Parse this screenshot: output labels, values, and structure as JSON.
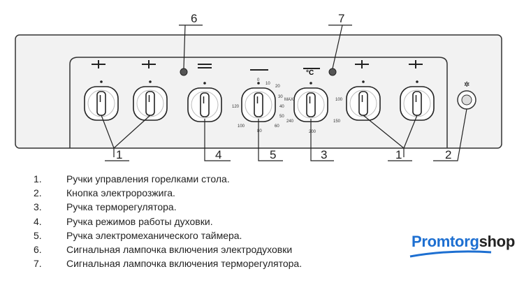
{
  "callouts": {
    "c6": "6",
    "c7": "7",
    "c1a": "1",
    "c4": "4",
    "c5": "5",
    "c3": "3",
    "c1b": "1",
    "c2": "2"
  },
  "timer_scale": [
    "0",
    "10",
    "20",
    "30",
    "40",
    "50",
    "60",
    "80",
    "100",
    "120"
  ],
  "thermo_scale": {
    "top": "°C",
    "max": "MAX",
    "t100": "100",
    "t150": "150",
    "t200": "200",
    "t240": "240"
  },
  "legend": [
    {
      "num": "1.",
      "text": "Ручки управления горелками стола."
    },
    {
      "num": "2.",
      "text": "Кнопка электророзжига."
    },
    {
      "num": "3.",
      "text": "Ручка терморегулятора."
    },
    {
      "num": "4.",
      "text": "Ручка режимов работы духовки."
    },
    {
      "num": "5.",
      "text": "Ручка электромеханического таймера."
    },
    {
      "num": "6.",
      "text": "Сигнальная лампочка включения электродуховки"
    },
    {
      "num": "7.",
      "text": "Сигнальная лампочка включения терморегулятора."
    }
  ],
  "logo": {
    "part1": "Promtorg",
    "part2": "shop",
    "color": "#1d6fd1"
  }
}
